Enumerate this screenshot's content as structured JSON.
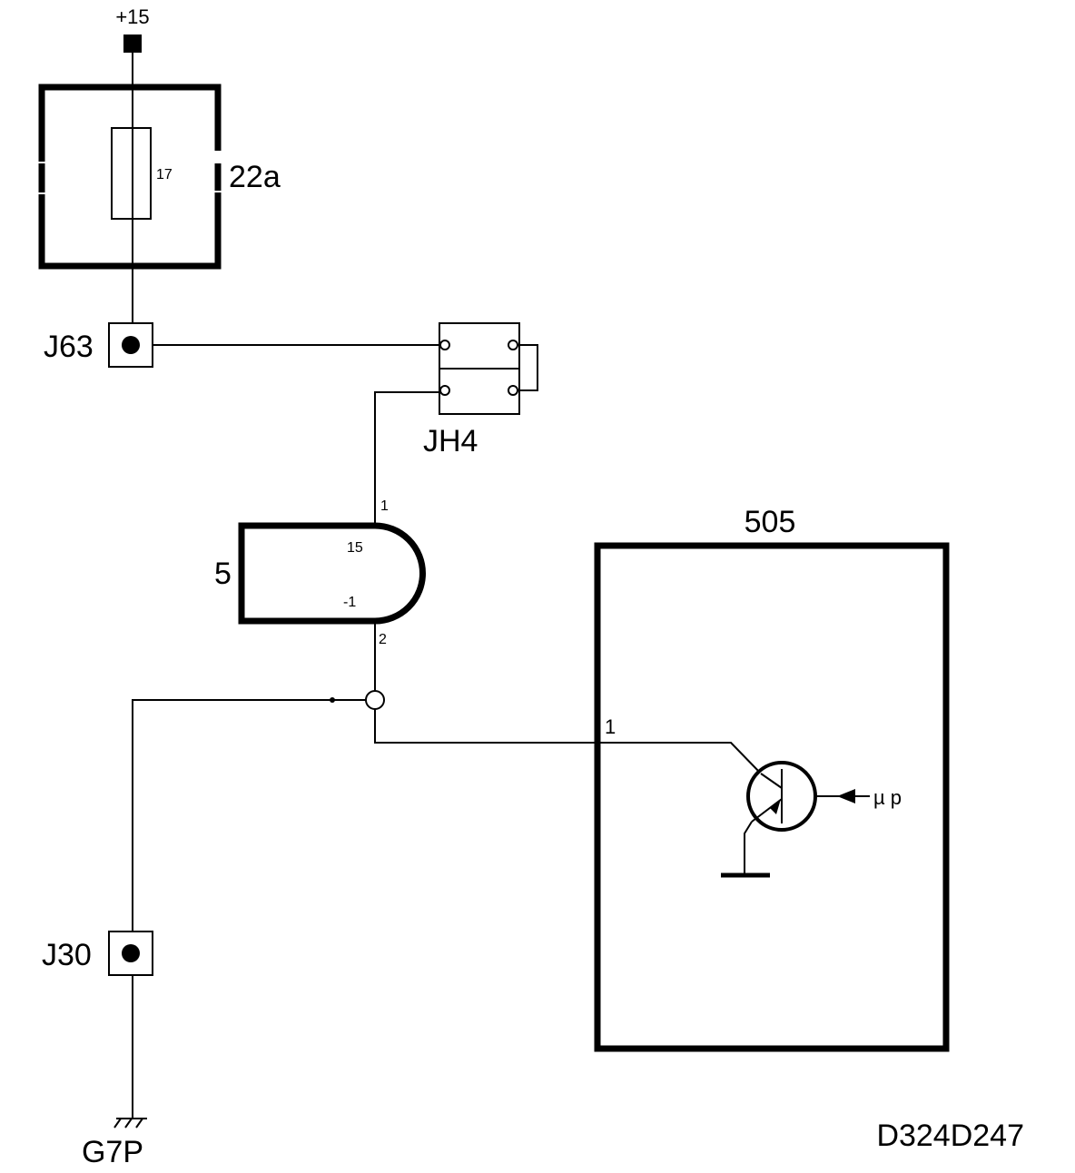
{
  "labels": {
    "supply": "+15",
    "fuse_box": "22a",
    "fuse_value": "17",
    "connector_j63": "J63",
    "connector_jh4": "JH4",
    "switch_ref": "5",
    "switch_pin_top": "1",
    "switch_pin_bottom": "2",
    "switch_terminal_top": "15",
    "switch_terminal_bottom": "-1",
    "ecu_ref": "505",
    "ecu_pin": "1",
    "ecu_signal": "µ p",
    "connector_j30": "J30",
    "ground": "G7P",
    "drawing_code": "D324D247"
  },
  "colors": {
    "line": "#000000",
    "background": "#ffffff"
  }
}
